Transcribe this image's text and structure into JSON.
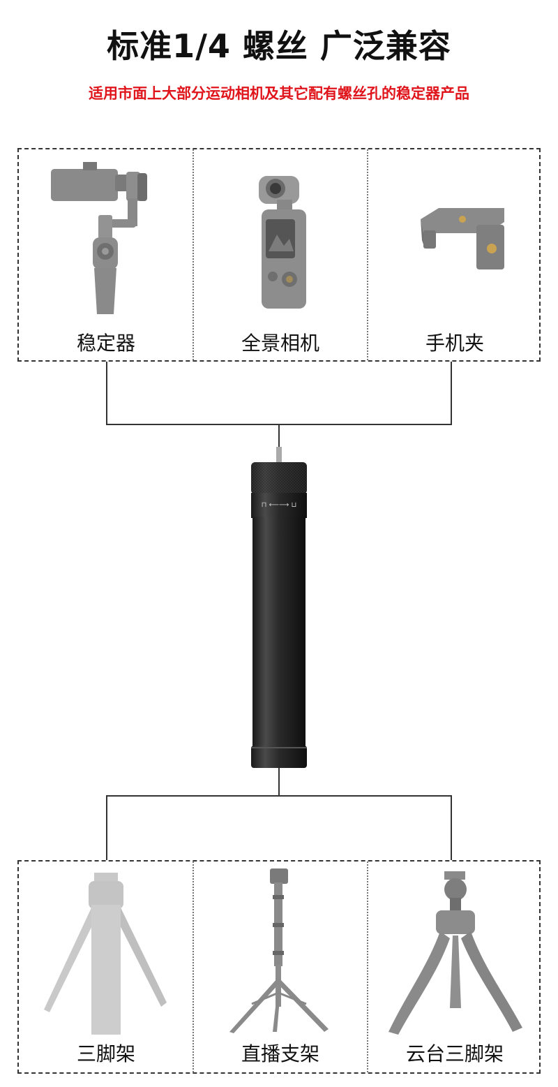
{
  "header": {
    "title": "标准1/4 螺丝 广泛兼容",
    "subtitle": "适用市面上大部分运动相机及其它配有螺丝孔的稳定器产品"
  },
  "top_items": [
    {
      "label": "稳定器",
      "icon": "gimbal-stabilizer"
    },
    {
      "label": "全景相机",
      "icon": "pocket-camera"
    },
    {
      "label": "手机夹",
      "icon": "phone-clip"
    }
  ],
  "bottom_items": [
    {
      "label": "三脚架",
      "icon": "mini-tripod"
    },
    {
      "label": "直播支架",
      "icon": "light-stand"
    },
    {
      "label": "云台三脚架",
      "icon": "ballhead-tripod"
    }
  ],
  "center_product": {
    "icon": "extension-rod-handle"
  }
}
